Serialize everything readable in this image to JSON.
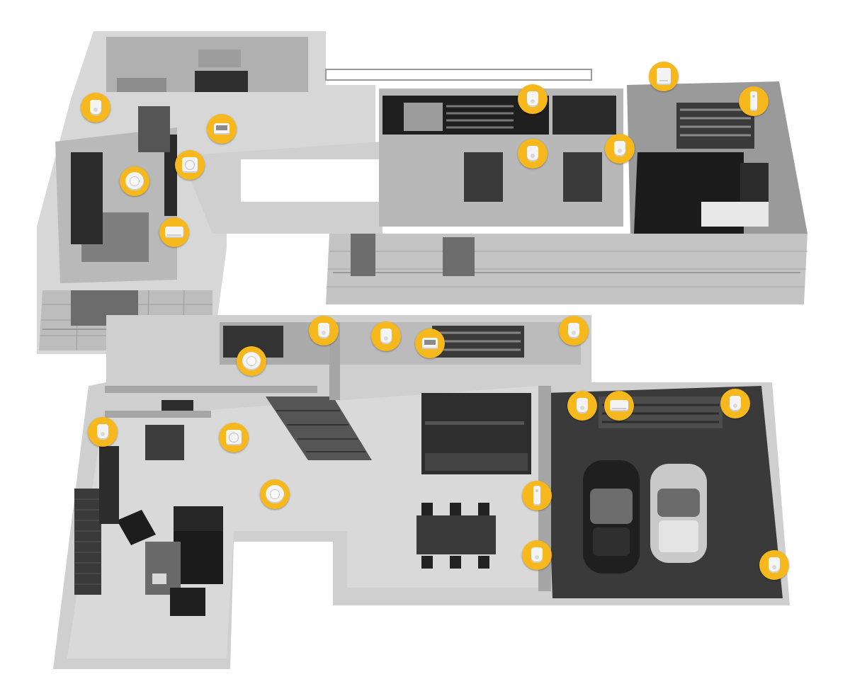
{
  "colors": {
    "marker": "#f6b81c",
    "floor_light": "#dcdcdc",
    "floor_dark": "#4a4a4a",
    "wall": "#c9c9c9",
    "wall_dark": "#2d2d2d"
  },
  "floors": [
    "upper-floor",
    "ground-floor"
  ],
  "sensors": [
    {
      "icon": "motion-sensor-icon",
      "kind": "motion"
    },
    {
      "icon": "hub-icon",
      "kind": "hub"
    },
    {
      "icon": "keypad-icon",
      "kind": "keypad"
    },
    {
      "icon": "smoke-detector-icon",
      "kind": "smoke"
    },
    {
      "icon": "siren-icon",
      "kind": "siren"
    },
    {
      "icon": "panel-icon",
      "kind": "panel"
    },
    {
      "icon": "motion-sensor-icon",
      "kind": "motion"
    },
    {
      "icon": "door-contact-icon",
      "kind": "contact"
    },
    {
      "icon": "motion-sensor-icon",
      "kind": "motion"
    },
    {
      "icon": "motion-sensor-icon",
      "kind": "motion"
    },
    {
      "icon": "motion-sensor-icon",
      "kind": "motion"
    },
    {
      "icon": "motion-sensor-icon",
      "kind": "motion"
    },
    {
      "icon": "hub-icon",
      "kind": "hub"
    },
    {
      "icon": "motion-sensor-icon",
      "kind": "motion"
    },
    {
      "icon": "smoke-detector-icon",
      "kind": "smoke"
    },
    {
      "icon": "motion-sensor-icon",
      "kind": "motion"
    },
    {
      "icon": "motion-sensor-icon",
      "kind": "motion"
    },
    {
      "icon": "siren-icon",
      "kind": "siren"
    },
    {
      "icon": "motion-sensor-icon",
      "kind": "motion"
    },
    {
      "icon": "keypad-icon",
      "kind": "keypad"
    },
    {
      "icon": "smoke-detector-icon",
      "kind": "smoke"
    },
    {
      "icon": "door-contact-icon",
      "kind": "contact"
    },
    {
      "icon": "motion-sensor-icon",
      "kind": "motion"
    },
    {
      "icon": "motion-sensor-icon",
      "kind": "motion"
    }
  ]
}
